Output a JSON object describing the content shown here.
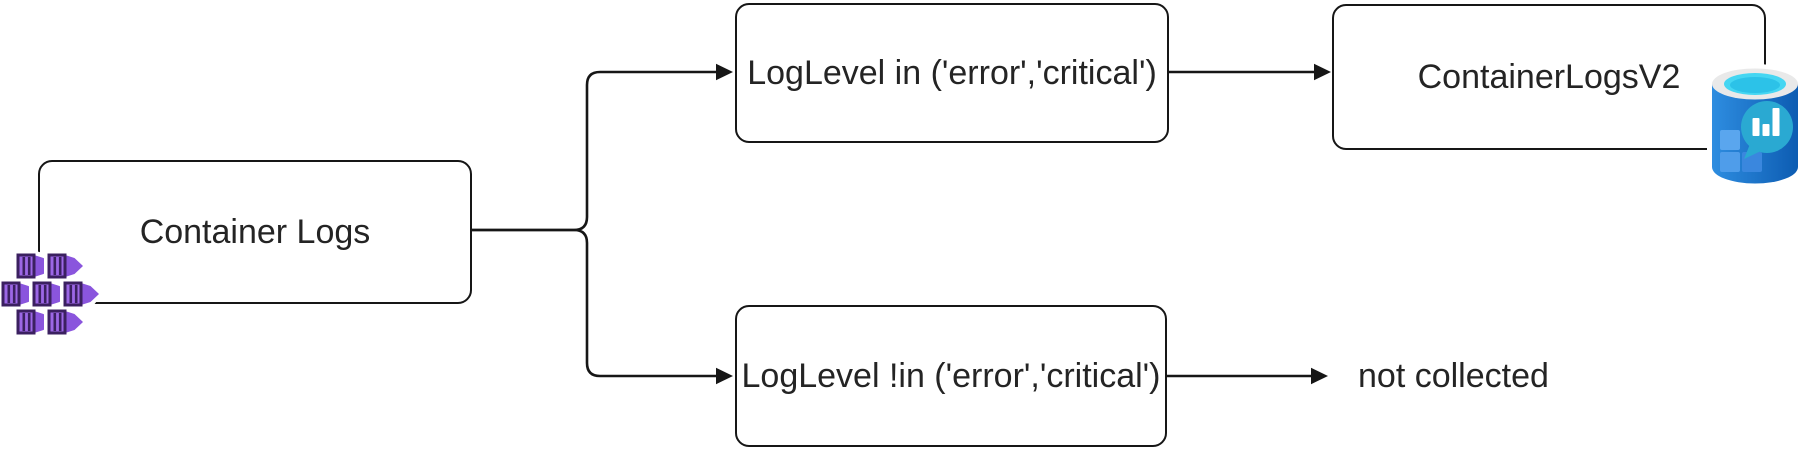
{
  "diagram": {
    "nodes": [
      {
        "id": "container-logs",
        "label": "Container Logs",
        "icon": "container-instances-icon"
      },
      {
        "id": "filter-include",
        "label": "LogLevel in ('error','critical')"
      },
      {
        "id": "container-logs-v2",
        "label": "ContainerLogsV2",
        "icon": "log-analytics-icon"
      },
      {
        "id": "filter-exclude",
        "label": "LogLevel !in ('error','critical')"
      },
      {
        "id": "not-collected",
        "label": "not collected"
      }
    ],
    "edges": [
      {
        "from": "container-logs",
        "to": "filter-include"
      },
      {
        "from": "container-logs",
        "to": "filter-exclude"
      },
      {
        "from": "filter-include",
        "to": "container-logs-v2"
      },
      {
        "from": "filter-exclude",
        "to": "not-collected"
      }
    ],
    "colors": {
      "line": "#161616",
      "node_border": "#161616",
      "node_fill": "#ffffff",
      "text": "#242424",
      "container_icon_front": "#9c67e6",
      "container_icon_body": "#8a55dd",
      "container_icon_outline": "#3b2060",
      "log_analytics_cylinder_left": "#2e8de0",
      "log_analytics_cylinder_right": "#0d5cb2",
      "log_analytics_rim": "#e9e9e9",
      "log_analytics_top": "#45d6f2",
      "log_analytics_bubble": "#2aa9d2",
      "log_analytics_bars": "#ffffff",
      "log_analytics_square": "#4f9dea"
    }
  }
}
